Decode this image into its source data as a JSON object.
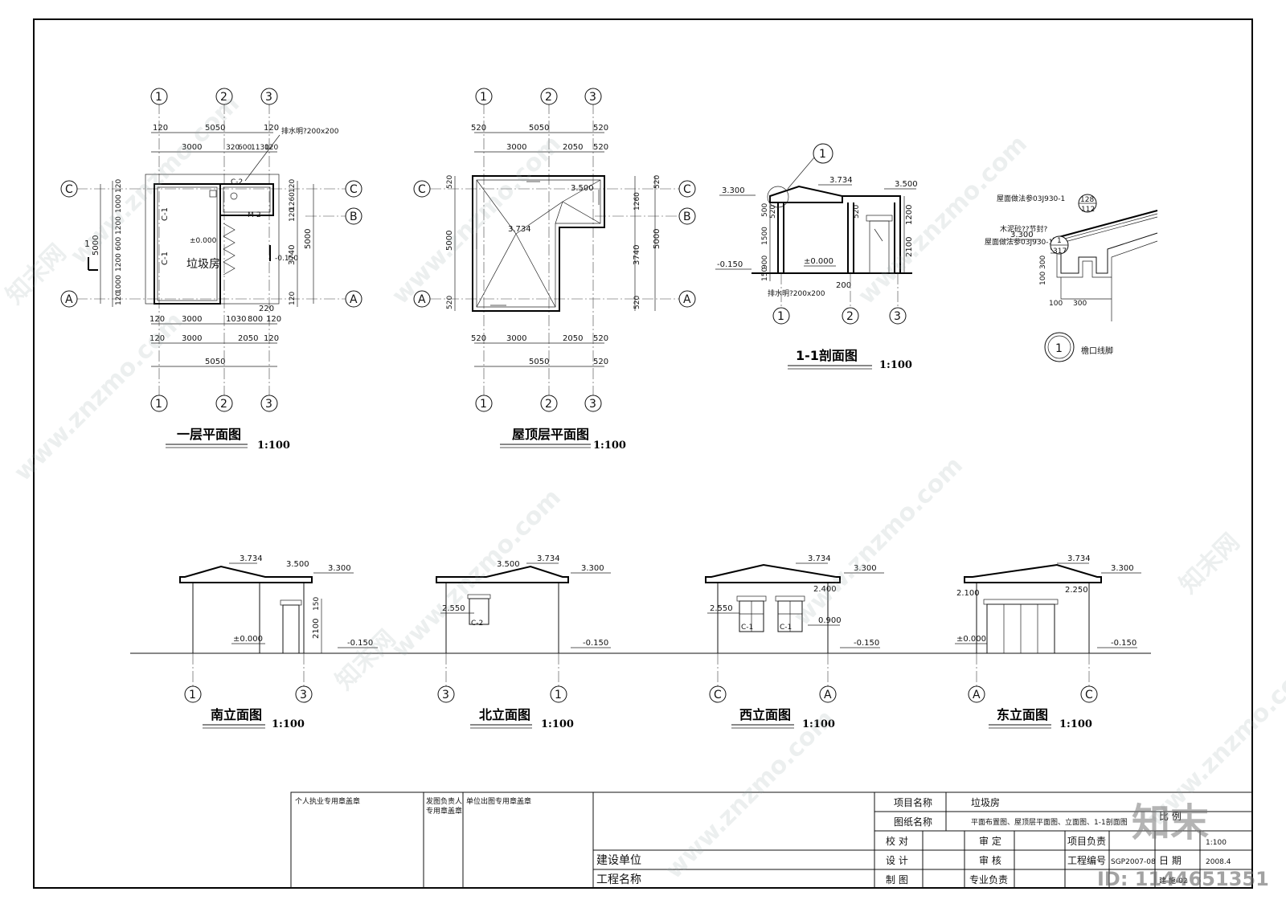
{
  "axis_labels": [
    "1",
    "2",
    "3",
    "A",
    "B",
    "C"
  ],
  "plan_ground": {
    "title": "一层平面图",
    "scale": "1:100",
    "top_dims": [
      "120",
      "5050",
      "120",
      "3000",
      "320",
      "600",
      "1130",
      "120"
    ],
    "bottom_dims": [
      "120",
      "3000",
      "1030",
      "800",
      "120",
      "220",
      "120",
      "3000",
      "2050",
      "120",
      "5050"
    ],
    "left_dims": [
      "120",
      "1000",
      "1200",
      "600",
      "1200",
      "1000",
      "120",
      "5000"
    ],
    "right_dims": [
      "120",
      "1260",
      "120",
      "3740",
      "5000",
      "120"
    ],
    "room_name": "垃圾房",
    "window_tags": [
      "C-1",
      "C-1",
      "C-2",
      "M-2"
    ],
    "drain_note": "排水明?200x200",
    "levels": [
      "±0.000",
      "-0.150"
    ],
    "section_mark": "1"
  },
  "plan_roof": {
    "title": "屋顶层平面图",
    "scale": "1:100",
    "top_dims": [
      "520",
      "5050",
      "520",
      "3000",
      "2050",
      "520"
    ],
    "bottom_dims": [
      "520",
      "3000",
      "2050",
      "520",
      "5050",
      "520"
    ],
    "left_dims": [
      "520",
      "5000",
      "520"
    ],
    "right_dims": [
      "520",
      "1260",
      "3740",
      "5000",
      "520"
    ],
    "levels": [
      "3.500",
      "3.734"
    ]
  },
  "section_11": {
    "title": "1-1剖面图",
    "scale": "1:100",
    "levels": [
      "3.300",
      "3.734",
      "3.500",
      "±0.000",
      "-0.150"
    ],
    "dims": [
      "500",
      "520",
      "1500",
      "900",
      "150",
      "520",
      "1200",
      "2100",
      "200"
    ],
    "drain_note": "排水明?200x200",
    "detail_mark": "1"
  },
  "detail_eave": {
    "title": "檐口线脚",
    "mark": "1",
    "notes": [
      "屋面做法参03J930-1",
      "木泥砂??节封?",
      "屋面做法参03J930-1"
    ],
    "ref_codes": [
      "128",
      "112",
      "1",
      "317"
    ],
    "level": "3.300",
    "dims": [
      "300",
      "100",
      "300",
      "100"
    ]
  },
  "elevations": [
    {
      "title": "南立面图",
      "scale": "1:100",
      "levels": [
        "3.734",
        "3.500",
        "3.300",
        "±0.000",
        "-0.150"
      ],
      "dims": [
        "150",
        "2100"
      ],
      "axes": [
        "1",
        "3"
      ]
    },
    {
      "title": "北立面图",
      "scale": "1:100",
      "levels": [
        "3.500",
        "3.734",
        "3.300",
        "2.550",
        "-0.150"
      ],
      "tags": [
        "C-2"
      ],
      "axes": [
        "3",
        "1"
      ]
    },
    {
      "title": "西立面图",
      "scale": "1:100",
      "levels": [
        "3.734",
        "3.300",
        "2.400",
        "2.550",
        "0.900",
        "-0.150"
      ],
      "tags": [
        "C-1",
        "C-1"
      ],
      "axes": [
        "C",
        "A"
      ]
    },
    {
      "title": "东立面图",
      "scale": "1:100",
      "levels": [
        "3.734",
        "3.300",
        "2.100",
        "2.250",
        "±0.000",
        "-0.150"
      ],
      "axes": [
        "A",
        "C"
      ]
    }
  ],
  "title_block": {
    "stamp1": "个人执业专用章盖章",
    "stamp2a": "发图负责人",
    "stamp2b": "专用章盖章",
    "stamp3": "单位出图专用章盖章",
    "build_unit_label": "建设单位",
    "project_label": "工程名称",
    "project_name_label": "项目名称",
    "project_name": "垃圾房",
    "drawing_name_label": "图纸名称",
    "drawing_name": "平面布置图、屋顶层平面图、立面图、1-1剖面图",
    "check": "校 对",
    "design": "设 计",
    "draw": "制 图",
    "approve": "审 定",
    "review": "审 核",
    "specialty": "专业负责",
    "pm": "项目负责",
    "project_no_label": "工程编号",
    "project_no": "SGP2007-08",
    "date_label": "日 期",
    "date": "2008.4",
    "scale_label": "比 例",
    "scale": "1:100",
    "sheet_no": "建 施-02"
  },
  "watermark": {
    "site": "www.znzmo.com",
    "brand": "知末网",
    "logo": "知末",
    "id": "ID: 1144651351"
  }
}
